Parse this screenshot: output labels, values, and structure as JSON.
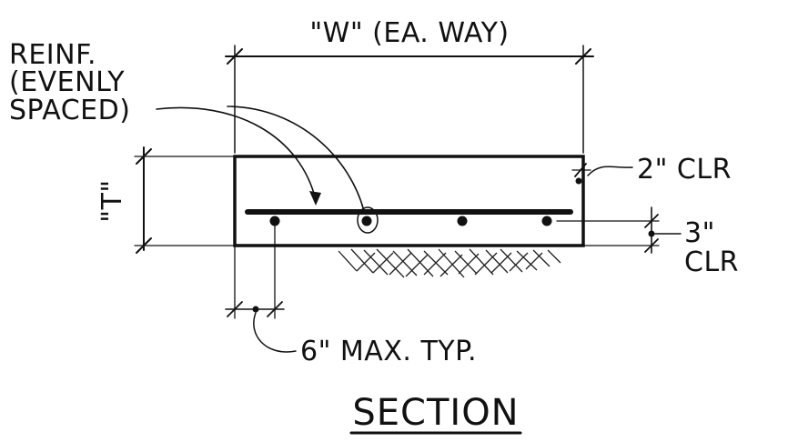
{
  "drawing": {
    "title": "SECTION",
    "width_label": "\"W\" (EA. WAY)",
    "thickness_label": "\"T\"",
    "reinf_label": {
      "line1": "REINF.",
      "line2": "(EVENLY",
      "line3": "SPACED)"
    },
    "top_clear": "2\" CLR",
    "bottom_clear": {
      "line1": "3\"",
      "line2": "CLR"
    },
    "edge_spacing": "6\" MAX. TYP."
  },
  "colors": {
    "ink": "#111111",
    "background": "#ffffff"
  }
}
